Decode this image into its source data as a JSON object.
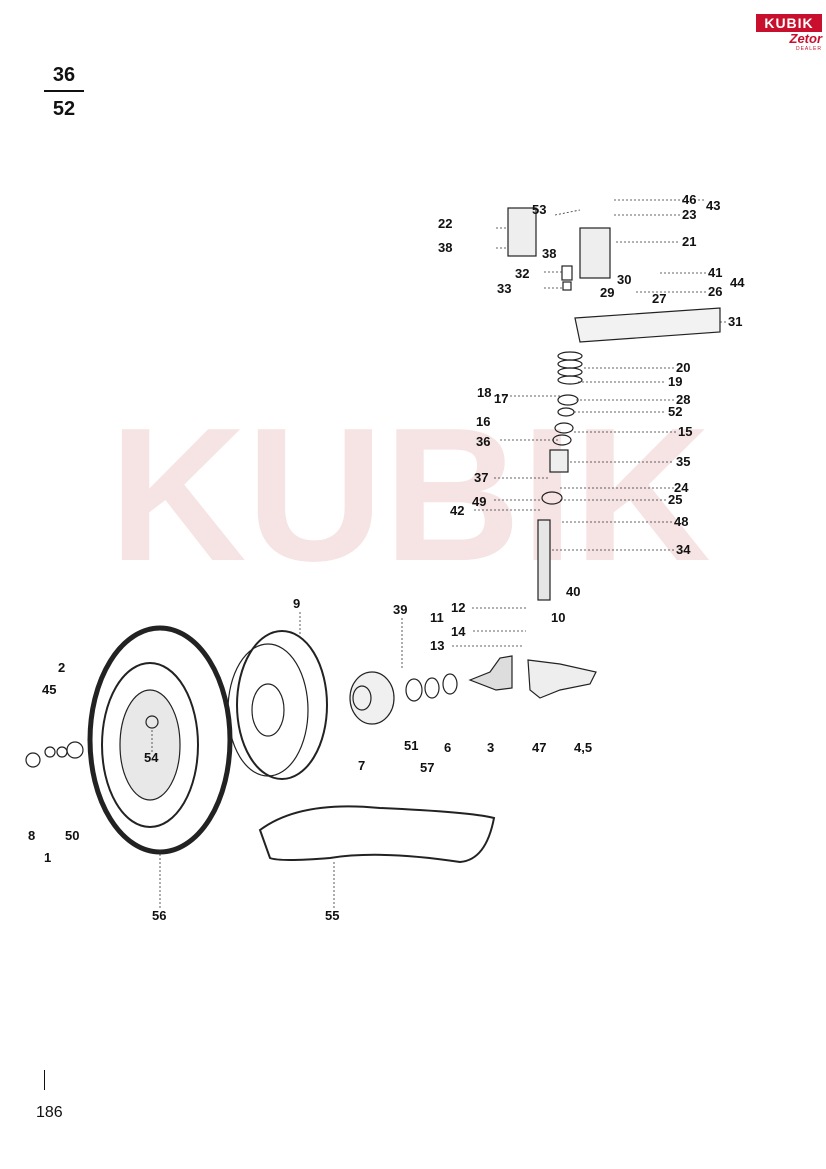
{
  "header": {
    "fraction_top": "36",
    "fraction_bottom": "52"
  },
  "logo": {
    "line1": "KUBIK",
    "line2": "Zetor",
    "line3": "DEALER"
  },
  "watermark": {
    "text": "KUBIK"
  },
  "page_number": "186",
  "colors": {
    "brand_red": "#c8102e",
    "watermark_red": "#f6e3e3",
    "ink": "#111111"
  },
  "part_labels": [
    "1",
    "2",
    "3",
    "4,5",
    "6",
    "7",
    "8",
    "9",
    "10",
    "11",
    "12",
    "13",
    "14",
    "15",
    "16",
    "17",
    "18",
    "19",
    "20",
    "21",
    "22",
    "23",
    "24",
    "25",
    "26",
    "27",
    "28",
    "29",
    "30",
    "31",
    "32",
    "33",
    "34",
    "35",
    "36",
    "37",
    "38",
    "38",
    "39",
    "40",
    "41",
    "42",
    "43",
    "44",
    "45",
    "46",
    "47",
    "48",
    "49",
    "50",
    "51",
    "52",
    "53",
    "54",
    "55",
    "56",
    "57"
  ]
}
